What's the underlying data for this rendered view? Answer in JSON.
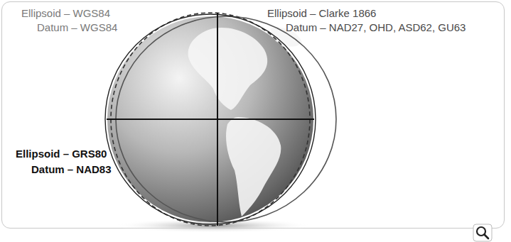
{
  "diagram": {
    "labels": [
      "Ellipsoid – WGS84",
      "Datum – WGS84",
      "Ellipsoid – Clarke 1866",
      "Datum – NAD27, OHD, ASD62, GU63",
      "Ellipsoid – GRS80",
      "Datum – NAD83"
    ]
  }
}
